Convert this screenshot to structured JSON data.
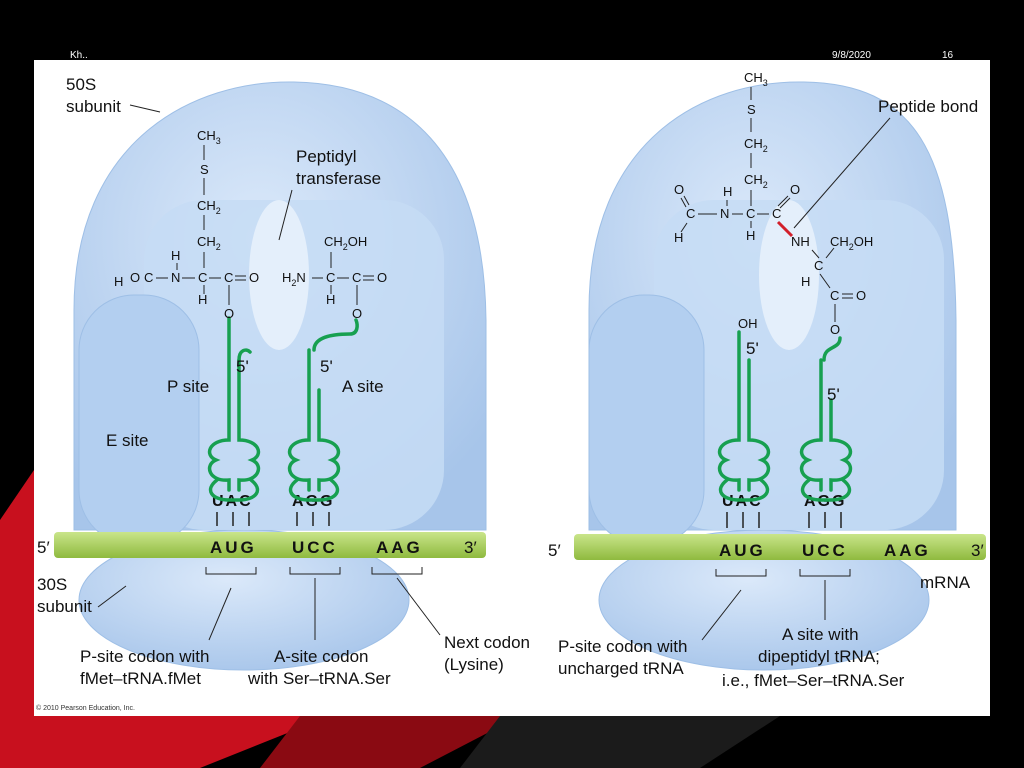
{
  "header": {
    "author": "Kh..",
    "date": "9/8/2020",
    "slide_number": "16"
  },
  "left": {
    "label_50s": [
      "50S",
      "subunit"
    ],
    "label_30s": [
      "30S",
      "subunit"
    ],
    "peptidyl": [
      "Peptidyl",
      "transferase"
    ],
    "p_site": "P site",
    "a_site": "A site",
    "e_site": "E site",
    "prime5_p": "5'",
    "prime5_a": "5'",
    "mrna_5": "5′",
    "mrna_3": "3′",
    "codons": [
      "AUG",
      "UCC",
      "AAG"
    ],
    "anticodons": [
      "UAC",
      "AGG"
    ],
    "caption_p": [
      "P-site codon with",
      "fMet–tRNA.fMet"
    ],
    "caption_a": [
      "A-site codon",
      "with Ser–tRNA.Ser"
    ],
    "caption_next": [
      "Next codon",
      "(Lysine)"
    ],
    "fmet": {
      "ch3": "CH",
      "s": "S",
      "ch2": "CH",
      "h": "H",
      "n": "N",
      "c": "C",
      "o": "O"
    },
    "ser": {
      "ch2oh": "CH",
      "oh": "OH",
      "h2n": "H",
      "n": "N",
      "c": "C",
      "o": "O",
      "h": "H"
    }
  },
  "right": {
    "peptide_bond": "Peptide bond",
    "oh": "OH",
    "prime5_p": "5'",
    "prime5_a": "5'",
    "mrna_5": "5′",
    "mrna_3": "3′",
    "mrna": "mRNA",
    "codons": [
      "AUG",
      "UCC",
      "AAG"
    ],
    "anticodons": [
      "UAC",
      "AGG"
    ],
    "caption_p": [
      "P-site codon with",
      "uncharged tRNA"
    ],
    "caption_a": [
      "A site with",
      "dipeptidyl tRNA;",
      "i.e., fMet–Ser–tRNA.Ser"
    ],
    "nh": "NH"
  },
  "copyright": "© 2010 Pearson Education, Inc.",
  "colors": {
    "ribosome": "#bcd6f2",
    "ribosome_dark": "#9ebfe6",
    "trna": "#17a050",
    "mrna": "#a8cd5a",
    "bond": "#d21f2a",
    "accent_red": "#c8101e"
  }
}
